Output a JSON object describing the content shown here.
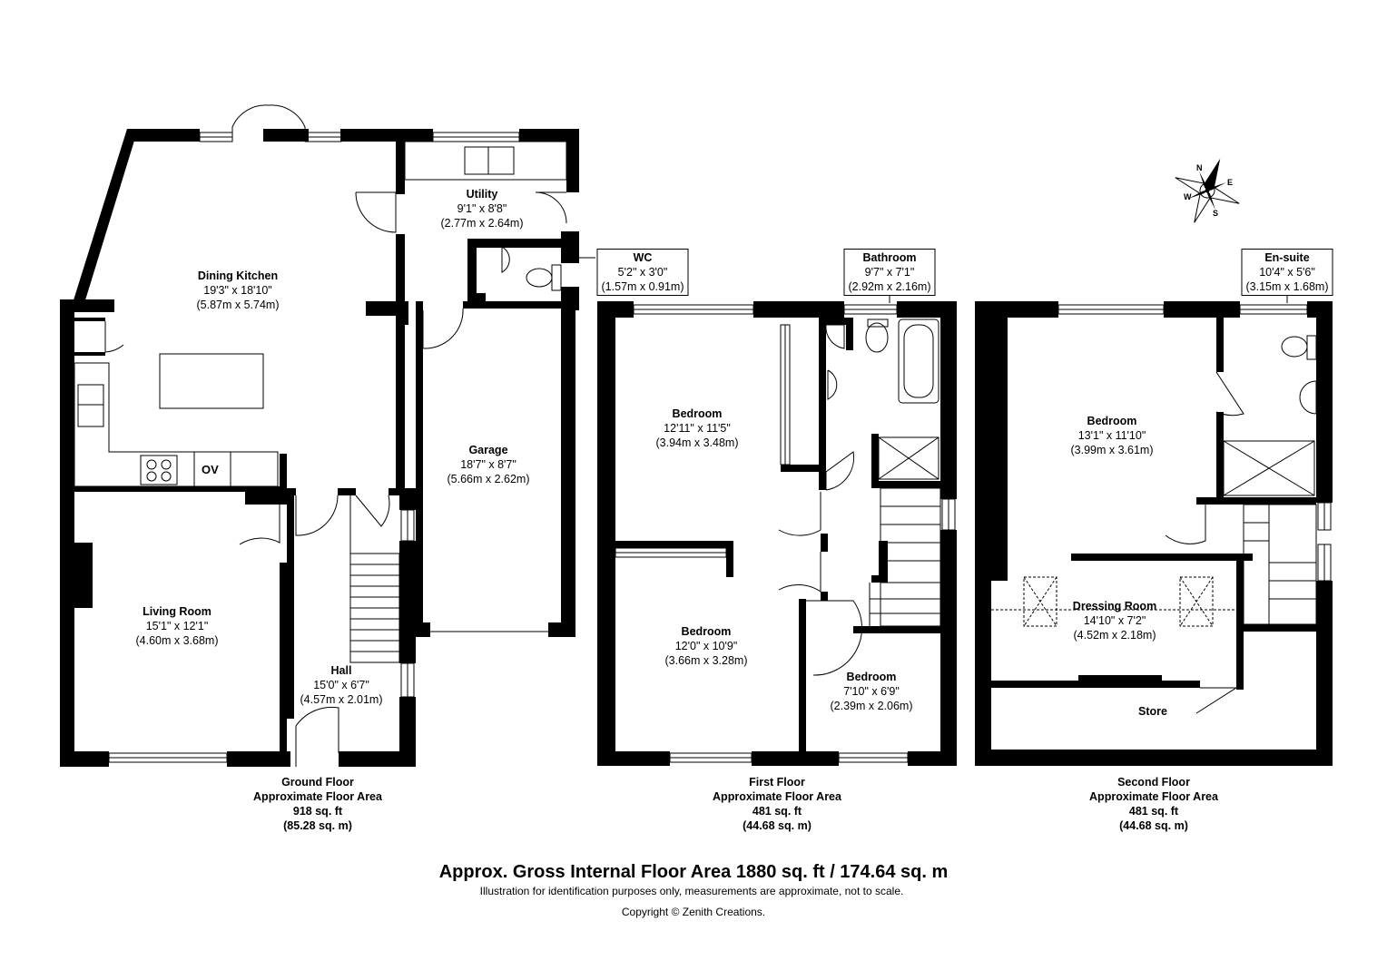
{
  "rooms": {
    "dining_kitchen": {
      "name": "Dining Kitchen",
      "imperial": "19'3\" x 18'10\"",
      "metric": "(5.87m x 5.74m)"
    },
    "utility": {
      "name": "Utility",
      "imperial": "9'1\" x 8'8\"",
      "metric": "(2.77m x 2.64m)"
    },
    "wc": {
      "name": "WC",
      "imperial": "5'2\" x 3'0\"",
      "metric": "(1.57m x 0.91m)"
    },
    "garage": {
      "name": "Garage",
      "imperial": "18'7\" x 8'7\"",
      "metric": "(5.66m x 2.62m)"
    },
    "living_room": {
      "name": "Living Room",
      "imperial": "15'1\" x 12'1\"",
      "metric": "(4.60m x 3.68m)"
    },
    "hall": {
      "name": "Hall",
      "imperial": "15'0\" x 6'7\"",
      "metric": "(4.57m x 2.01m)"
    },
    "bathroom": {
      "name": "Bathroom",
      "imperial": "9'7\" x 7'1\"",
      "metric": "(2.92m x 2.16m)"
    },
    "bedroom_1": {
      "name": "Bedroom",
      "imperial": "12'11\" x 11'5\"",
      "metric": "(3.94m x 3.48m)"
    },
    "bedroom_2": {
      "name": "Bedroom",
      "imperial": "12'0\" x 10'9\"",
      "metric": "(3.66m x 3.28m)"
    },
    "bedroom_3": {
      "name": "Bedroom",
      "imperial": "7'10\" x 6'9\"",
      "metric": "(2.39m x 2.06m)"
    },
    "en_suite": {
      "name": "En-suite",
      "imperial": "10'4\" x 5'6\"",
      "metric": "(3.15m x 1.68m)"
    },
    "bedroom_4": {
      "name": "Bedroom",
      "imperial": "13'1\" x 11'10\"",
      "metric": "(3.99m x 3.61m)"
    },
    "dressing_room": {
      "name": "Dressing  Room",
      "imperial": "14'10\" x 7'2\"",
      "metric": "(4.52m x 2.18m)"
    },
    "store": {
      "name": "Store"
    }
  },
  "appliance": {
    "oven_label": "OV"
  },
  "floors": {
    "ground": {
      "name": "Ground Floor",
      "caption": "Approximate Floor Area",
      "sqft": "918 sq. ft",
      "sqm": "(85.28 sq. m)"
    },
    "first": {
      "name": "First Floor",
      "caption": "Approximate Floor Area",
      "sqft": "481 sq. ft",
      "sqm": "(44.68 sq. m)"
    },
    "second": {
      "name": "Second Floor",
      "caption": "Approximate Floor Area",
      "sqft": "481 sq. ft",
      "sqm": "(44.68 sq. m)"
    }
  },
  "footer": {
    "gross": "Approx. Gross Internal Floor Area 1880 sq. ft / 174.64 sq. m",
    "disclaimer": "Illustration for identification purposes only, measurements are approximate, not to scale.",
    "copyright": "Copyright © Zenith Creations."
  },
  "compass": {
    "n": "N",
    "e": "E",
    "s": "S",
    "w": "W",
    "icon": "compass-rose-icon"
  },
  "colors": {
    "wall": "#000000",
    "background": "#ffffff",
    "fixture_line": "#555555"
  }
}
